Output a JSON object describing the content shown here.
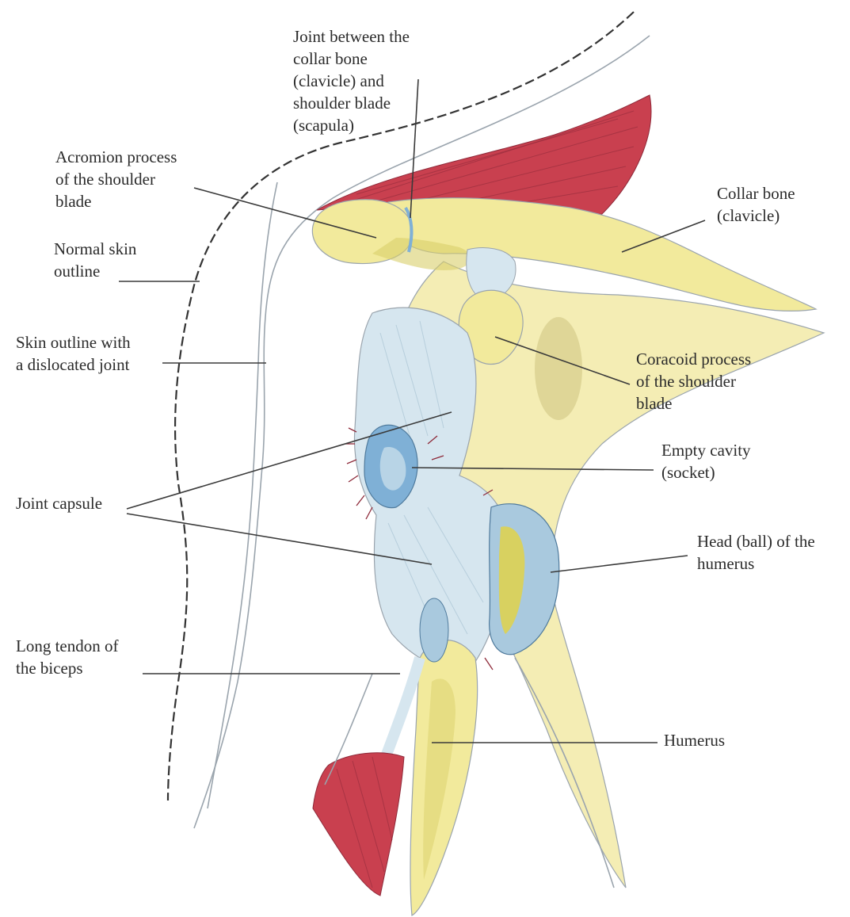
{
  "labels": {
    "joint_between": [
      "Joint between the",
      "collar bone",
      "(clavicle) and",
      "shoulder blade",
      "(scapula)"
    ],
    "acromion": [
      "Acromion process",
      "of the shoulder",
      "blade"
    ],
    "collar_bone": [
      "Collar bone",
      "(clavicle)"
    ],
    "normal_skin": [
      "Normal skin",
      "outline"
    ],
    "skin_dislocated": [
      "Skin outline with",
      "a dislocated joint"
    ],
    "coracoid": [
      "Coracoid process",
      "of the shoulder",
      "blade"
    ],
    "empty_cavity": [
      "Empty cavity",
      "(socket)"
    ],
    "joint_capsule": [
      "Joint capsule"
    ],
    "head_humerus": [
      "Head (ball) of the",
      "humerus"
    ],
    "long_tendon": [
      "Long tendon of",
      "the biceps"
    ],
    "humerus": [
      "Humerus"
    ]
  },
  "colors": {
    "bone": "#f2ea9c",
    "bone_shade": "#d9cf6a",
    "muscle": "#c9404f",
    "muscle_dark": "#9e2b3b",
    "capsule": "#d6e6ef",
    "capsule_blue": "#7fb0d6",
    "leader": "#3a3a3a"
  }
}
